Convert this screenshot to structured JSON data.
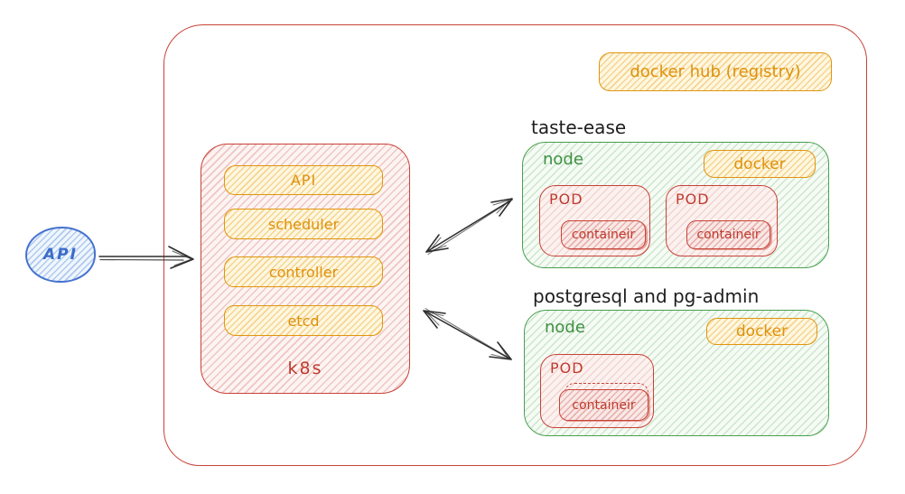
{
  "palette": {
    "red": "#c84237",
    "orange": "#e0950f",
    "green": "#48a04e",
    "blue": "#4673cf",
    "ink": "#1e1e1e"
  },
  "external_api": {
    "label": "API"
  },
  "docker_hub": {
    "label": "docker hub (registry)"
  },
  "k8s": {
    "title": "k8s",
    "components": [
      {
        "label": "API"
      },
      {
        "label": "scheduler"
      },
      {
        "label": "controller"
      },
      {
        "label": "etcd"
      }
    ]
  },
  "clusters": [
    {
      "title": "taste-ease",
      "node_label": "node",
      "docker_label": "docker",
      "pods": [
        {
          "label": "POD",
          "container_label": "containeir"
        },
        {
          "label": "POD",
          "container_label": "containeir"
        }
      ]
    },
    {
      "title": "postgresql and pg-admin",
      "node_label": "node",
      "docker_label": "docker",
      "pods": [
        {
          "label": "POD",
          "container_label": "containeir"
        }
      ]
    }
  ],
  "arrows": [
    {
      "id": "api-to-k8s",
      "from": "external-api",
      "to": "k8s",
      "heads": "end"
    },
    {
      "id": "k8s-to-taste-ease",
      "from": "k8s",
      "to": "taste-ease-node",
      "heads": "both"
    },
    {
      "id": "k8s-to-postgres",
      "from": "k8s",
      "to": "postgres-node",
      "heads": "both"
    }
  ]
}
